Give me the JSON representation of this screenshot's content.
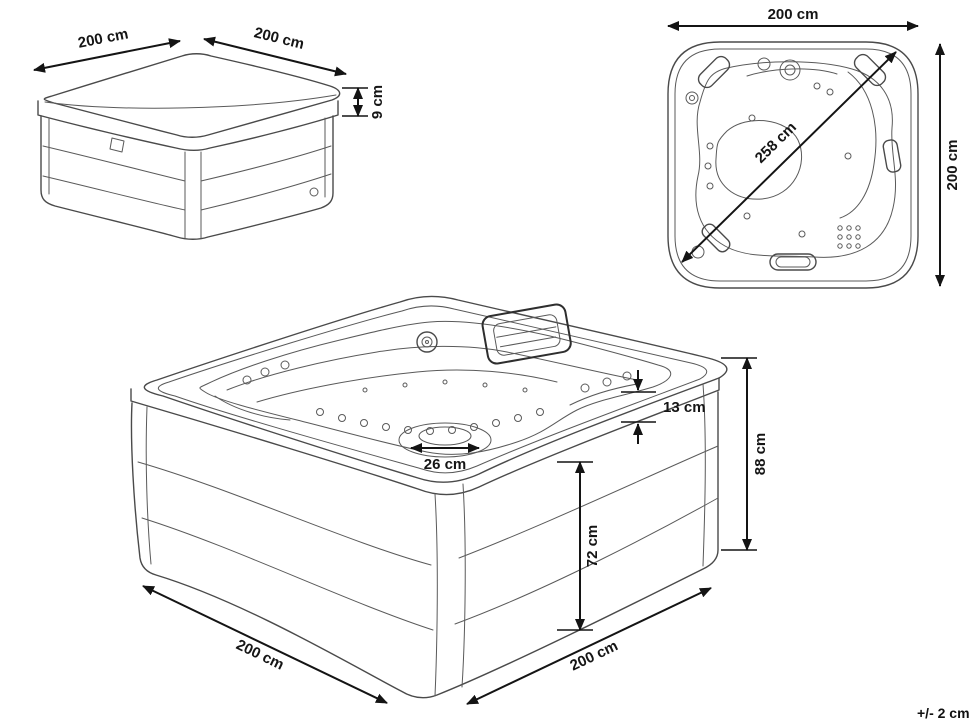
{
  "page": {
    "tolerance": "+/- 2 cm"
  },
  "views": {
    "covered": {
      "dims": {
        "top_left_edge": "200 cm",
        "top_right_edge": "200 cm",
        "cover_thickness": "9 cm"
      }
    },
    "plan": {
      "dims": {
        "width": "200 cm",
        "depth": "200 cm",
        "diagonal": "258 cm"
      }
    },
    "perspective": {
      "dims": {
        "footwell_width": "26 cm",
        "rim_depth": "13 cm",
        "total_height": "88 cm",
        "panel_height": "72 cm",
        "base_left_edge": "200 cm",
        "base_right_edge": "200 cm"
      }
    }
  },
  "colors": {
    "background": "#ffffff",
    "line_art": "#4a4a4a",
    "dimension": "#141414",
    "label_text": "#151515"
  }
}
